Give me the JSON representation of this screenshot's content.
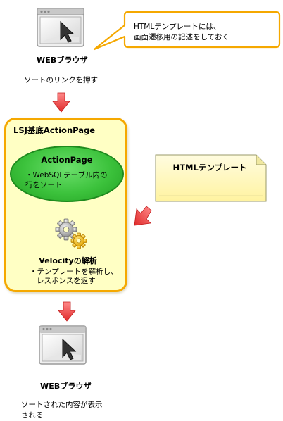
{
  "browser_top": {
    "label": "WEBブラウザ",
    "description": "ソートのリンクを押す"
  },
  "callout": {
    "line1": "HTMLテンプレートには、",
    "line2": "画面遷移用の記述をしておく"
  },
  "lsj_box": {
    "title": "LSJ基底ActionPage"
  },
  "action_page": {
    "title": "ActionPage",
    "desc_line1": "・WebSQLテーブル内の",
    "desc_line2": "行をソート"
  },
  "velocity": {
    "title": "Velocityの解析",
    "desc_line1": "・テンプレートを解析し、",
    "desc_line2": "レスポンスを返す"
  },
  "html_template": {
    "label": "HTMLテンプレート"
  },
  "browser_bottom": {
    "label": "WEBブラウザ",
    "desc_line1": "ソートされた内容が表示",
    "desc_line2": "される"
  },
  "colors": {
    "arrow": "#e8383c",
    "box_border": "#f5a800",
    "box_fill": "#ffffc4",
    "ellipse_fill": "#3cc23c",
    "callout_border": "#f5a800",
    "doc_fill": "#fff8b0"
  }
}
